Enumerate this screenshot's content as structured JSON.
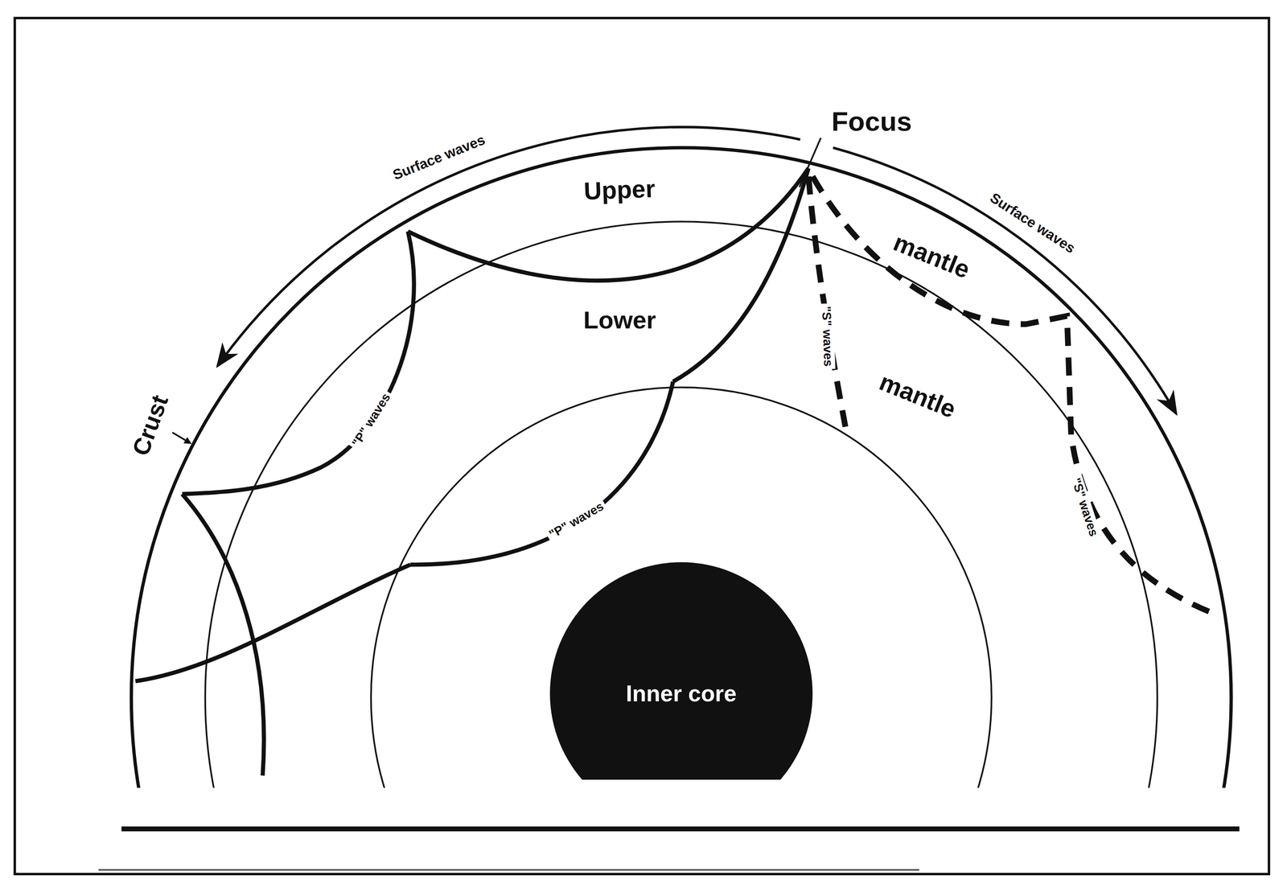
{
  "diagram": {
    "nodes": [
      {
        "text": [
          "Inner core"
        ]
      }
    ],
    "labels": [
      "Focus",
      "Surface waves",
      "Surface waves",
      "Upper",
      "mantle",
      "Lower",
      "mantle",
      "Crust",
      "\"P\" waves",
      "\"P\" waves",
      "\"S\" waves",
      "\"S\" waves"
    ]
  }
}
